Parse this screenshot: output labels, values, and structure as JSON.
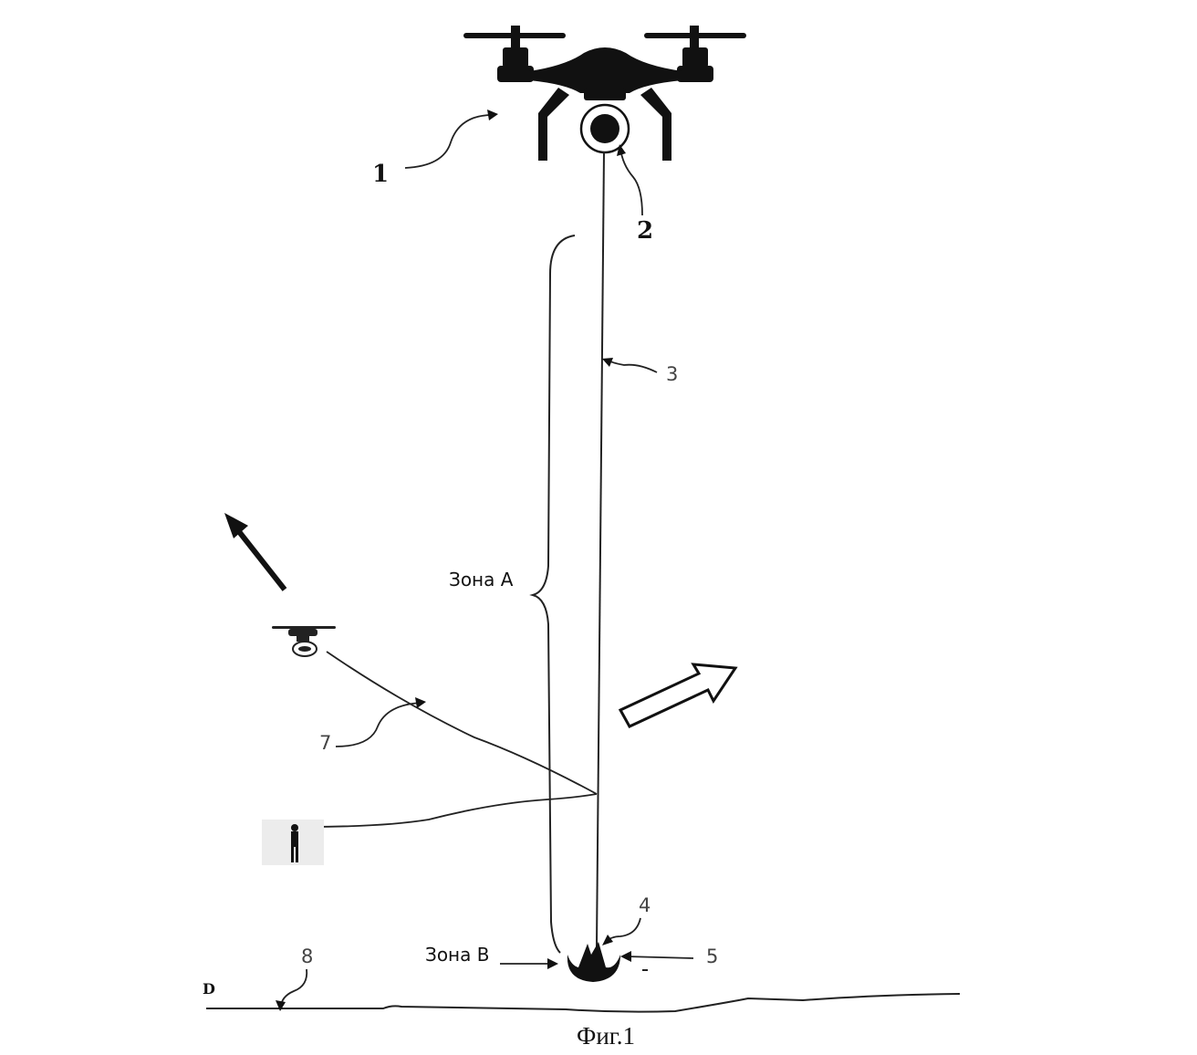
{
  "labels": {
    "drone_main": "1",
    "winch": "2",
    "tether": "3",
    "anchor_top": "4",
    "anchor_side": "5",
    "secondary_line": "7",
    "ground": "8",
    "zone_a": "Зона А",
    "zone_b": "Зона В",
    "ground_letter": "D"
  },
  "caption": "Фиг.1",
  "colors": {
    "ink": "#111111",
    "background": "#ffffff",
    "person_bg": "#ececec"
  },
  "icons": [
    "drone-icon",
    "small-drone-icon",
    "person-icon",
    "anchor-icon",
    "solid-arrow-icon",
    "hollow-arrow-icon"
  ]
}
